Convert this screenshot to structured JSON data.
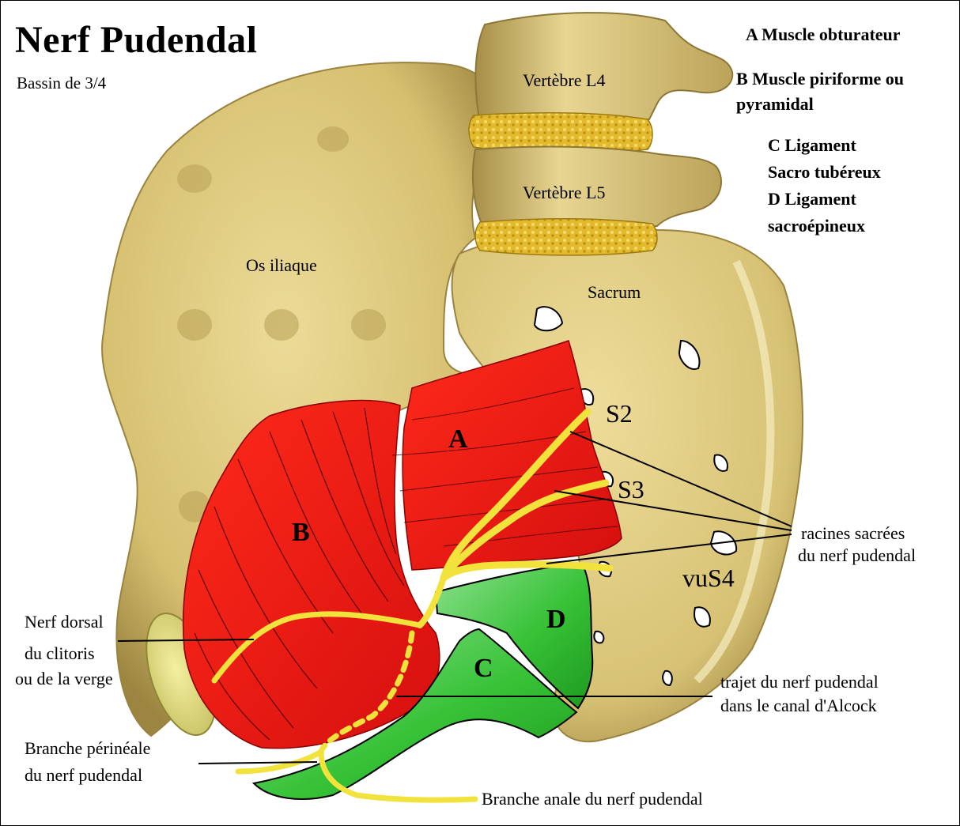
{
  "title": "Nerf Pudendal",
  "subtitle": "Bassin de 3/4",
  "legend": {
    "a": "A Muscle obturateur",
    "b_line1": "B Muscle piriforme ou",
    "b_line2": "pyramidal",
    "c_line1": "C Ligament",
    "c_line2": "Sacro tubéreux",
    "d_line1": "D Ligament",
    "d_line2": "sacroépineux"
  },
  "structures": {
    "l4": "Vertèbre L4",
    "l5": "Vertèbre L5",
    "iliac": "Os iliaque",
    "sacrum": "Sacrum"
  },
  "muscle_letters": {
    "a": "A",
    "b": "B",
    "c": "C",
    "d": "D"
  },
  "roots": {
    "s2": "S2",
    "s3": "S3",
    "s4": "vuS4"
  },
  "annotations": {
    "racines_line1": "racines sacrées",
    "racines_line2": "du nerf pudendal",
    "dorsal_line1": "Nerf dorsal",
    "dorsal_line2": "du clitoris",
    "dorsal_line3": "ou de la verge",
    "trajet_line1": "trajet du nerf pudendal",
    "trajet_line2": "dans le canal d'Alcock",
    "perineal_line1": "Branche périnéale",
    "perineal_line2": "du nerf pudendal",
    "anale": "Branche anale du nerf pudendal"
  },
  "colors": {
    "bone": "#d9c47a",
    "bone_shadow": "#a8924a",
    "disc": "#e0b830",
    "muscle": "#ee1b1b",
    "ligament": "#3ec83e",
    "nerve": "#f0e03a"
  }
}
